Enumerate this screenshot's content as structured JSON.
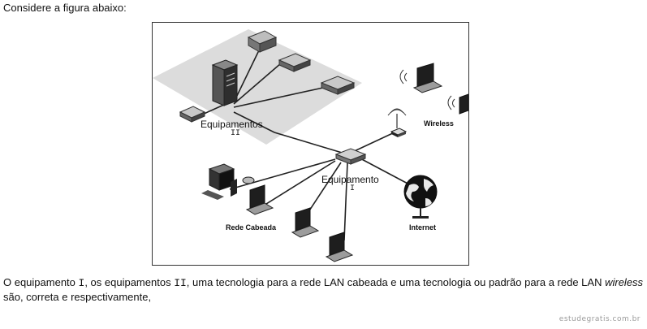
{
  "intro_text": "Considere a figura abaixo:",
  "figure": {
    "label_equipamentos_name": "Equipamentos",
    "label_equipamentos_code": "II",
    "label_equipamento_name": "Equipamento",
    "label_equipamento_code": "I",
    "label_wireless": "Wireless",
    "label_rede_cabeada": "Rede Cabeada",
    "label_internet": "Internet"
  },
  "question": {
    "part1": "O equipamento ",
    "code1": "I",
    "part2": ", os equipamentos ",
    "code2": "II",
    "part3": ", uma tecnologia para a rede LAN cabeada e uma tecnologia ou padrão para a rede LAN ",
    "italic": "wireless",
    "part4": " são, correta e respectivamente,"
  },
  "watermark": "estudegratis.com.br",
  "colors": {
    "lan_area": "#dcdcdc",
    "device_dark": "#444444",
    "device_light": "#bdbdbd",
    "frame": "#333333"
  }
}
